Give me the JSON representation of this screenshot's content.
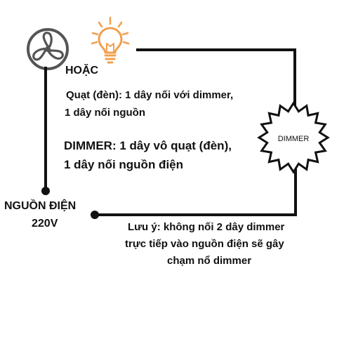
{
  "diagram": {
    "or_label": "HOẶC",
    "fan_note": {
      "line1": "Quạt (đèn): 1 dây nối với dimmer,",
      "line2": "1 dây nối nguồn"
    },
    "dimmer_note": {
      "line1": "DIMMER:  1 dây vô quạt (đèn),",
      "line2": "1 dây nối nguồn điện"
    },
    "dimmer_label": "DIMMER",
    "power_label": {
      "line1": "NGUỒN ĐIỆN",
      "line2": "220V"
    },
    "warning": {
      "line1": "Lưu ý: không nối 2 dây dimmer",
      "line2": "trực tiếp vào nguồn điện sẽ gây",
      "line3": "chạm nổ dimmer"
    }
  },
  "icons": [
    "fan-icon",
    "light-bulb-icon"
  ],
  "colors": {
    "line": "#111111",
    "bulb": "#f0a050",
    "fan_ring": "#555555",
    "background": "#ffffff"
  }
}
